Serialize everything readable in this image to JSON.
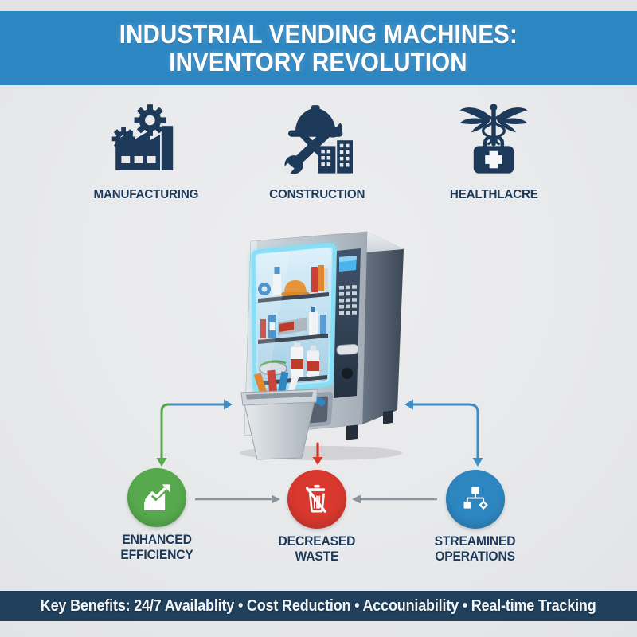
{
  "colors": {
    "background": "#e8e9eb",
    "header_bg": "#2c86c2",
    "header_text": "#ffffff",
    "navy": "#1d3a5a",
    "benefit_green": "#56aa4d",
    "benefit_red": "#d8382e",
    "benefit_blue": "#2e86c1",
    "arrow_gray": "#8b939c",
    "machine_glow": "#86dff7",
    "footer_bg": "#20405c",
    "footer_text": "#f2f6f9"
  },
  "header": {
    "line1": "INDUSTRIAL VENDING MACHINES:",
    "line2": "INVENTORY REVOLUTION"
  },
  "industries": [
    {
      "label": "MANUFACTURING",
      "icon": "gears-factory-icon"
    },
    {
      "label": "CONSTRUCTION",
      "icon": "hardhat-wrench-icon"
    },
    {
      "label": "HEALTHLACRE",
      "icon": "caduceus-medkit-icon"
    }
  ],
  "machine": {
    "icon": "vending-machine-illustration"
  },
  "benefits": [
    {
      "line1": "ENHANCED",
      "line2": "EFFICIENCY",
      "color": "#56aa4d",
      "icon": "growth-chart-icon"
    },
    {
      "line1": "DECREASED",
      "line2": "WASTE",
      "color": "#d8382e",
      "icon": "crossed-trash-icon"
    },
    {
      "line1": "STREAMINED",
      "line2": "OPERATIONS",
      "color": "#2e86c1",
      "icon": "flowchart-icon"
    }
  ],
  "footer": {
    "text": "Key Benefits: 24/7 Availablity • Cost Reduction • Accouniability • Real-time Tracking"
  }
}
